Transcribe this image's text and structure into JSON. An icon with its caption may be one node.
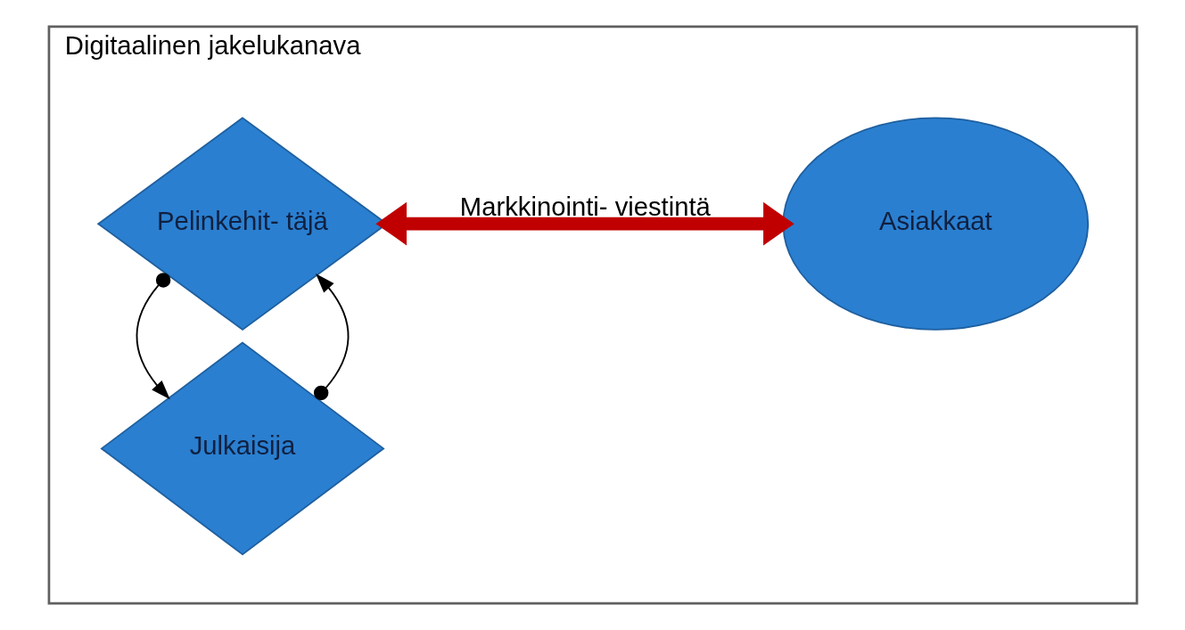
{
  "diagram": {
    "nodes": [
      {
        "text": [
          "Digitaalinen jakelukanava"
        ]
      },
      {
        "text": [
          "Pelinkehit- täjä"
        ],
        "in": 0
      },
      {
        "text": [
          "Julkaisija"
        ],
        "in": 0
      },
      {
        "text": [
          "Asiakkaat"
        ],
        "in": 0
      }
    ],
    "edges": [
      {
        "from": 2,
        "to": 1,
        "arrow": "to"
      },
      {
        "from": 1,
        "to": 2,
        "arrow": "to"
      },
      {
        "from": 1,
        "to": 3,
        "arrow": "both",
        "label": "Markkinointi- viestintä",
        "style": "thick",
        "color": "#c00000"
      }
    ]
  }
}
